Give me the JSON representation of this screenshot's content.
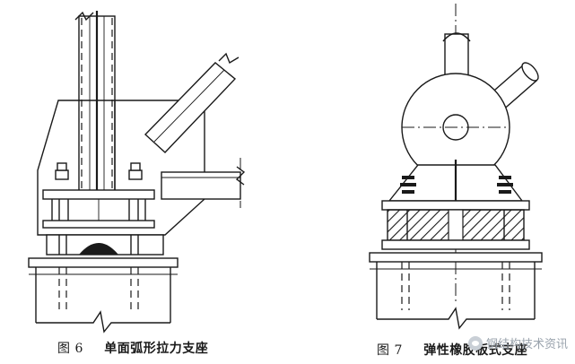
{
  "figures": [
    {
      "number": "图 6",
      "title": "单面弧形拉力支座"
    },
    {
      "number": "图 7",
      "title": "弹性橡胶板式支座"
    }
  ],
  "watermark": {
    "text": "钢结构技术资讯",
    "icon": "wechat-icon"
  }
}
